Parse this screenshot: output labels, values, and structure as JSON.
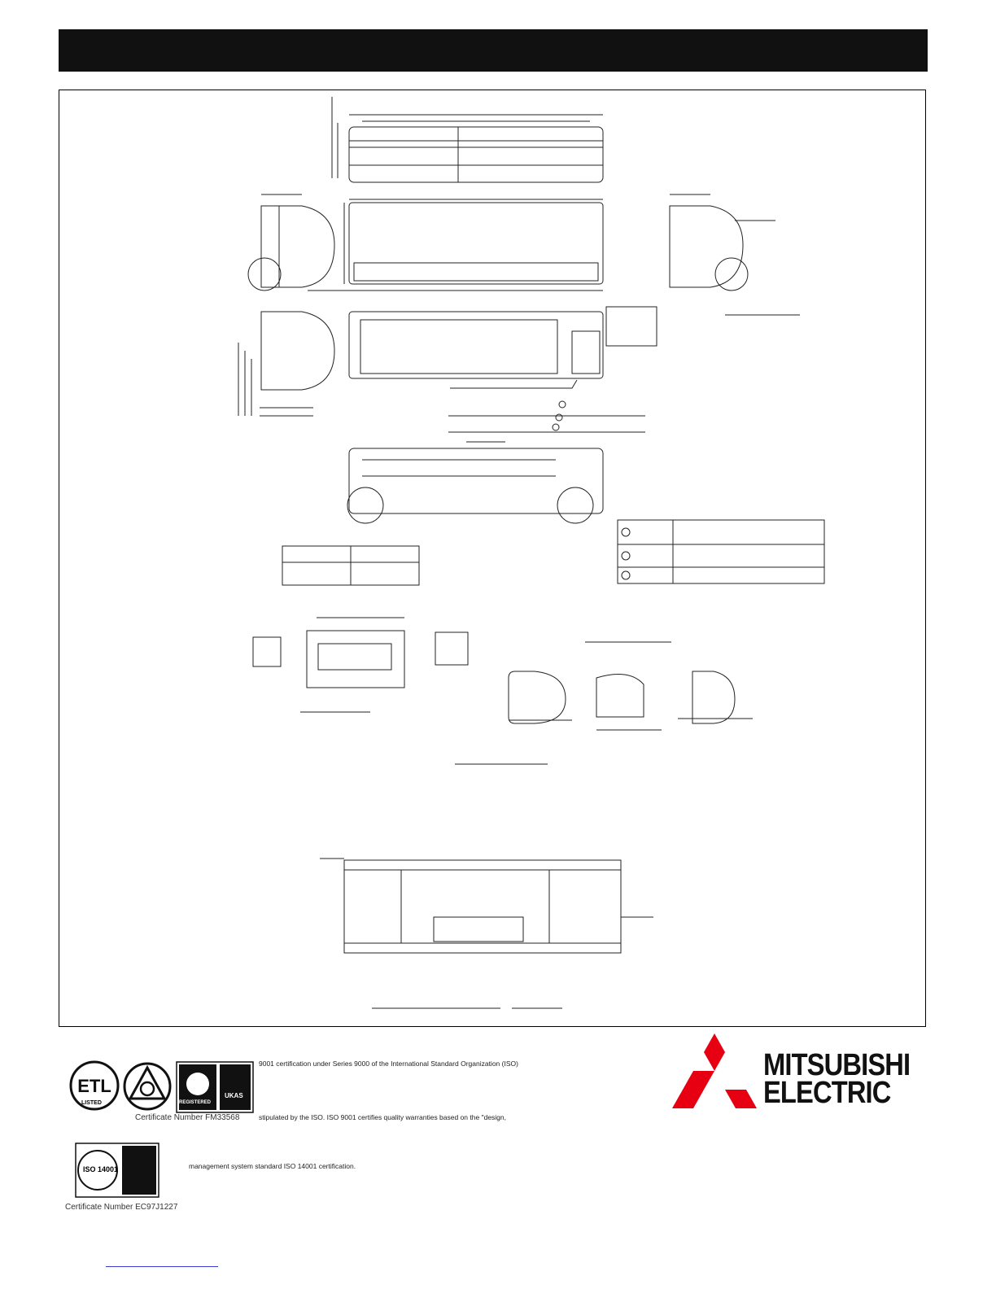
{
  "header": {
    "title": ""
  },
  "certifications": {
    "iso9001_line1": "9001 certification under Series 9000 of the International Standard Organization (ISO)",
    "iso9001_line2": "stipulated by the ISO. ISO 9001 certifies quality warranties based on the \"design,",
    "iso9001_certificate": "Certificate Number FM33568",
    "iso14001_line": "management system standard ISO 14001 certification.",
    "iso14001_certificate": "Certificate Number EC97J1227",
    "etl_logo_text": "LISTED",
    "registered_logo_text": "REGISTERED",
    "ukas_text": "UKAS",
    "iso14001_logo_text": "ISO 14001"
  },
  "brand": {
    "line1": "MITSUBISHI",
    "line2": "ELECTRIC",
    "color": "#e60012"
  }
}
